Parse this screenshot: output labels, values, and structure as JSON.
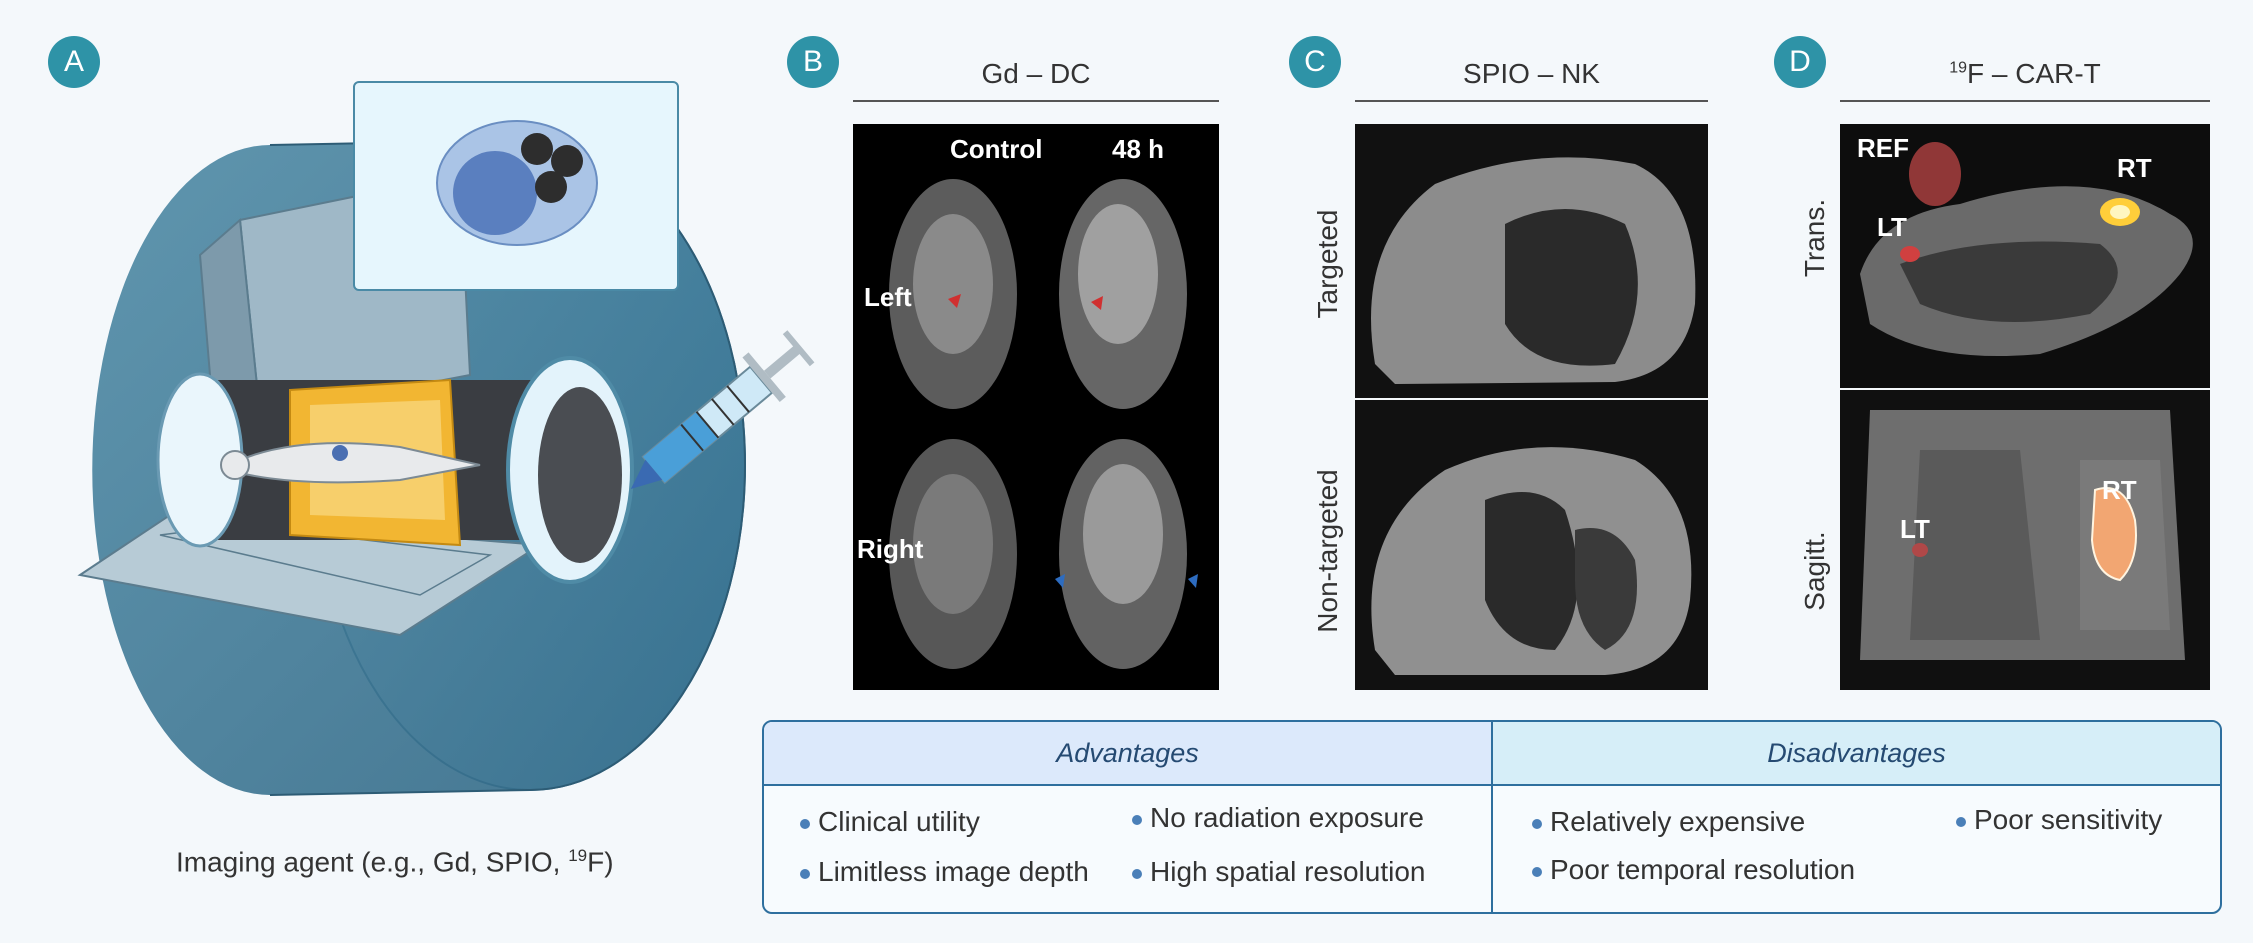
{
  "panels": {
    "a": {
      "letter": "A",
      "caption_main": "Imaging agent (e.g., Gd, SPIO, ",
      "caption_sup": "19",
      "caption_end": "F)"
    },
    "b": {
      "letter": "B",
      "title": "Gd – DC",
      "col1": "Control",
      "col2": "48 h",
      "row1": "Left",
      "row2": "Right"
    },
    "c": {
      "letter": "C",
      "title": "SPIO – NK",
      "row1": "Targeted",
      "row2": "Non-targeted"
    },
    "d": {
      "letter": "D",
      "title_sup": "19",
      "title_main": "F – CAR-T",
      "row1": "Trans.",
      "row2": "Sagitt.",
      "ref": "REF",
      "rt": "RT",
      "lt": "LT"
    }
  },
  "table": {
    "advantages_title": "Advantages",
    "disadvantages_title": "Disadvantages",
    "advantages": [
      "Clinical utility",
      "No radiation exposure",
      "Limitless image depth",
      "High spatial resolution"
    ],
    "disadvantages": [
      "Relatively expensive",
      "Poor sensitivity",
      "Poor temporal resolution"
    ]
  },
  "colors": {
    "accent": "#2e93a7",
    "table_border": "#2e6f9e",
    "adv_header": "#dce9fb",
    "disadv_header": "#d6eef8",
    "coil": "#f2b632"
  }
}
